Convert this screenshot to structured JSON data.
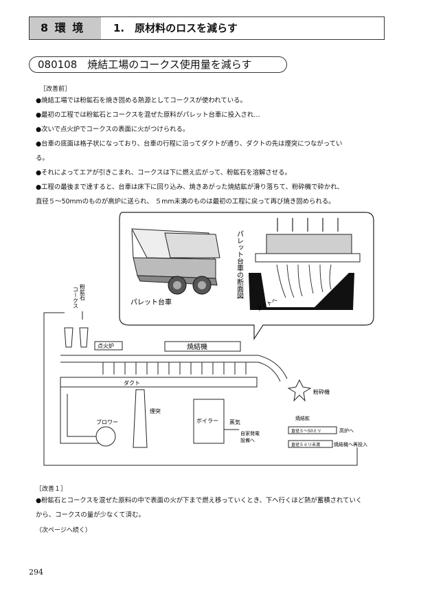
{
  "header": {
    "section": "8 環 境",
    "title": "1.　原材料のロスを減らす"
  },
  "topic": {
    "title": "080108　焼結工場のコークス使用量を減らす"
  },
  "before": {
    "label": "［改善前］",
    "bullets": [
      "●焼結工場では粉鉱石を焼き固める熱源としてコークスが使われている。",
      "●最初の工程では粉鉱石とコークスを混ぜた原料がパレット台車に投入され…",
      "●次いで点火炉でコークスの表面に火がつけられる。",
      "●台車の底面は格子状になっており、台車の行程に沿ってダクトが通り、ダクトの先は煙突につながってい",
      "る。",
      "●それによってエアが引きこまれ、コークスは下に燃え広がって、粉鉱石を溶解させる。",
      "●工程の最後まで達すると、台車は床下に回り込み、焼きあがった焼結鉱が滑り落ちて、粉砕機で砕かれ、",
      "直径５～50mmのものが高炉に送られ、 ５mm未満のものは最初の工程に戻って再び焼き固められる。"
    ]
  },
  "diagram": {
    "inset_pallet": "パレット台車",
    "inset_section": "パレット台車の断面図",
    "duct_arrow": "ダクトへ",
    "feed_ore": "粉鉱石",
    "feed_coke": "コークス",
    "ignition": "点火炉",
    "sinter_machine": "焼結機",
    "duct": "ダクト",
    "chimney": "煙突",
    "blower": "ブロワー",
    "boiler": "ボイラー",
    "steam": "蒸気",
    "power1": "自家発電",
    "power2": "設備へ",
    "crusher": "粉砕機",
    "sinter_ore": "焼結鉱",
    "out_large": "直径５～50ミリ",
    "to_furnace": "高炉へ",
    "out_small": "直径５ミリ未満",
    "reinput": "焼結機へ再投入"
  },
  "after": {
    "label": "［改善１］",
    "lines": [
      "●粉鉱石とコークスを混ぜた原料の中で表面の火が下まで燃え移っていくとき、下へ行くほど熱が蓄積されていく",
      "から、コークスの量が少なくて済む。"
    ],
    "continued": "（次ページへ続く）"
  },
  "page_number": "294"
}
